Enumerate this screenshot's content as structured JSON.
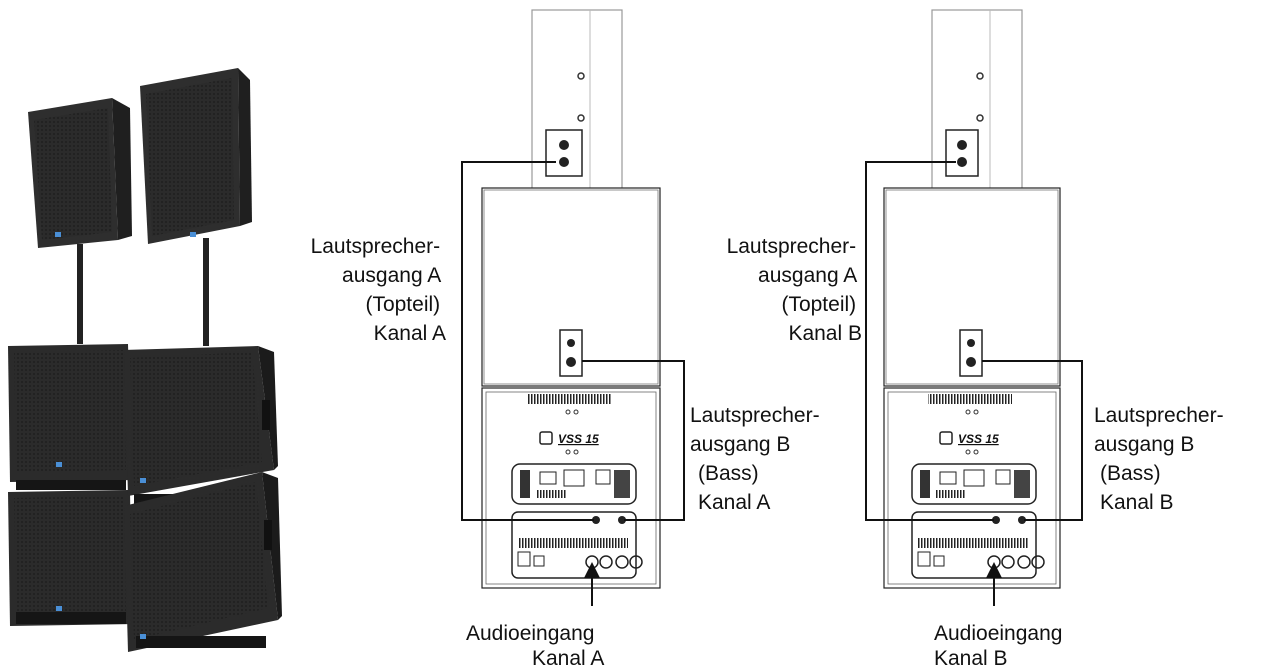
{
  "setup_a": {
    "label_top": [
      "Lautsprecher-",
      "ausgang A",
      "(Topteil)",
      "Kanal A"
    ],
    "label_bass": [
      "Lautsprecher-",
      "ausgang B",
      "(Bass)",
      "Kanal A"
    ],
    "label_input": [
      "Audioeingang",
      "Kanal A"
    ],
    "model_label": "VSS 15"
  },
  "setup_b": {
    "label_top": [
      "Lautsprecher-",
      "ausgang A",
      "(Topteil)",
      "Kanal B"
    ],
    "label_bass": [
      "Lautsprecher-",
      "ausgang B",
      "(Bass)",
      "Kanal B"
    ],
    "label_input": [
      "Audioeingang",
      "Kanal B"
    ],
    "model_label": "VSS 15"
  }
}
